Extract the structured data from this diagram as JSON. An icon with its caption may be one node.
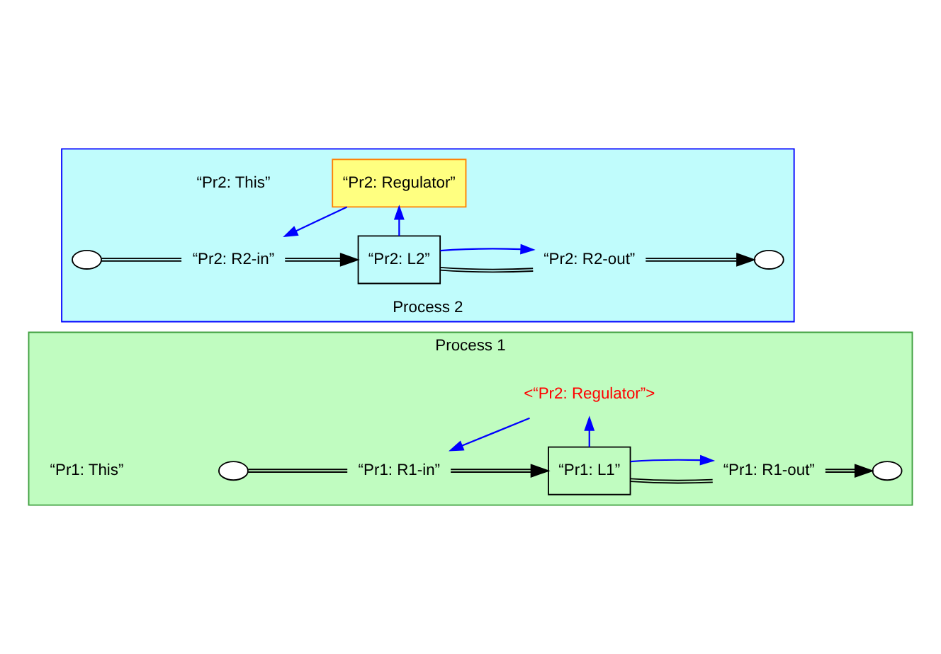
{
  "diagram": {
    "nodes": [
      {
        "text": [
          "Process 1"
        ]
      },
      {
        "text": [],
        "shape": "cloud",
        "in": 0
      },
      {
        "text": [
          "“Pr1: R1-in”"
        ],
        "in": 0
      },
      {
        "text": [
          "“Pr1: L1”"
        ],
        "in": 0
      },
      {
        "text": [
          "“Pr1: R1-out”"
        ],
        "in": 0
      },
      {
        "text": [],
        "shape": "cloud",
        "in": 0
      },
      {
        "text": [
          "<“Pr2: Regulator”>"
        ],
        "in": 0
      },
      {
        "text": [
          "Process 2"
        ]
      },
      {
        "text": [
          "“Pr2: Regulator”"
        ],
        "in": 7
      },
      {
        "text": [],
        "shape": "cloud",
        "in": 7
      },
      {
        "text": [
          "“Pr2: R2-in”"
        ],
        "in": 7
      },
      {
        "text": [
          "“Pr2: L2”"
        ],
        "in": 7
      },
      {
        "text": [
          "“Pr2: R2-out”"
        ],
        "in": 7
      },
      {
        "text": [],
        "shape": "cloud",
        "in": 7
      }
    ],
    "edges": [
      {
        "from": 1,
        "to": 2,
        "arrow": "none"
      },
      {
        "from": 2,
        "to": 3,
        "arrow": "to"
      },
      {
        "from": 3,
        "to": 4,
        "arrow": "none"
      },
      {
        "from": 4,
        "to": 5,
        "arrow": "to"
      },
      {
        "from": 3,
        "to": 4,
        "arrow": "to",
        "color": "#0000ff"
      },
      {
        "from": 3,
        "to": 6,
        "arrow": "to",
        "color": "#0000ff"
      },
      {
        "from": 6,
        "to": 2,
        "arrow": "to",
        "color": "#0000ff"
      },
      {
        "from": 9,
        "to": 10,
        "arrow": "none"
      },
      {
        "from": 10,
        "to": 11,
        "arrow": "to"
      },
      {
        "from": 11,
        "to": 12,
        "arrow": "none"
      },
      {
        "from": 12,
        "to": 13,
        "arrow": "to"
      },
      {
        "from": 11,
        "to": 8,
        "arrow": "to",
        "color": "#0000ff"
      },
      {
        "from": 8,
        "to": 10,
        "arrow": "to",
        "color": "#0000ff"
      },
      {
        "from": 11,
        "to": 12,
        "arrow": "to",
        "color": "#0000ff"
      }
    ],
    "labels": [
      "“Pr1: This”",
      "“Pr2: This”"
    ]
  }
}
